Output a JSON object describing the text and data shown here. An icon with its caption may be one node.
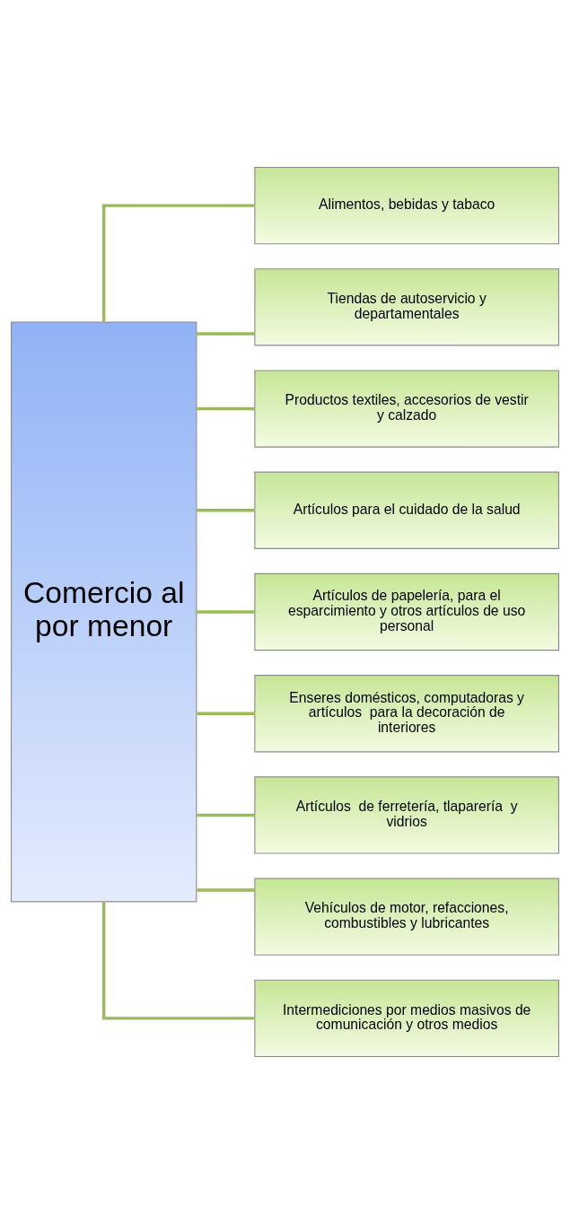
{
  "diagram": {
    "nodes": [
      {
        "text": [
          "Comercio al por menor"
        ]
      },
      {
        "text": [
          "Alimentos, bebidas y tabaco"
        ]
      },
      {
        "text": [
          "Tiendas de autoservicio y departamentales"
        ]
      },
      {
        "text": [
          "Productos textiles, accesorios de vestir y calzado"
        ]
      },
      {
        "text": [
          "Artículos para el cuidado de la salud"
        ]
      },
      {
        "text": [
          "Artículos de papelería, para el esparcimiento y otros artículos de uso personal"
        ]
      },
      {
        "text": [
          "Enseres domésticos, computadoras y artículos  para la decoración de interiores"
        ]
      },
      {
        "text": [
          "Artículos  de ferretería, tlaparería  y vidrios"
        ]
      },
      {
        "text": [
          "Vehículos de motor, refacciones, combustibles y lubricantes"
        ]
      },
      {
        "text": [
          "Intermediciones por medios masivos de comunicación y otros medios"
        ]
      }
    ],
    "edges": [
      {
        "from": 0,
        "to": 1,
        "arrow": "none"
      },
      {
        "from": 0,
        "to": 2,
        "arrow": "none"
      },
      {
        "from": 0,
        "to": 3,
        "arrow": "none"
      },
      {
        "from": 0,
        "to": 4,
        "arrow": "none"
      },
      {
        "from": 0,
        "to": 5,
        "arrow": "none"
      },
      {
        "from": 0,
        "to": 6,
        "arrow": "none"
      },
      {
        "from": 0,
        "to": 7,
        "arrow": "none"
      },
      {
        "from": 0,
        "to": 8,
        "arrow": "none"
      },
      {
        "from": 0,
        "to": 9,
        "arrow": "none"
      }
    ]
  }
}
